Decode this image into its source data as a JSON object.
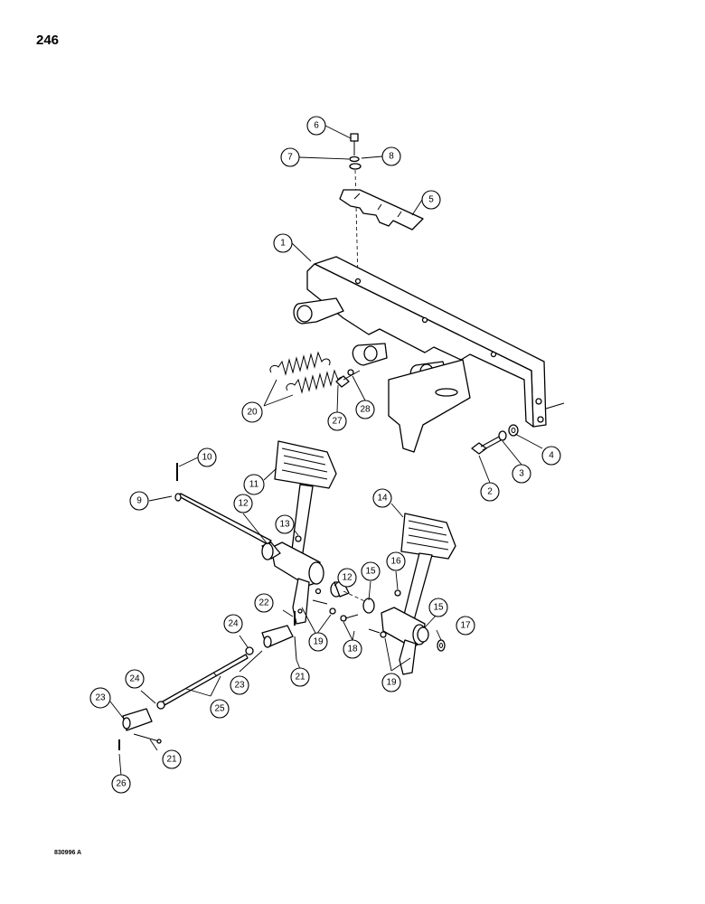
{
  "page": {
    "page_number": "246",
    "drawing_code": "830996 A"
  },
  "callouts": [
    {
      "id": "c6",
      "label": "6"
    },
    {
      "id": "c7",
      "label": "7"
    },
    {
      "id": "c8",
      "label": "8"
    },
    {
      "id": "c5",
      "label": "5"
    },
    {
      "id": "c1",
      "label": "1"
    },
    {
      "id": "c20",
      "label": "20"
    },
    {
      "id": "c27",
      "label": "27"
    },
    {
      "id": "c28",
      "label": "28"
    },
    {
      "id": "c2",
      "label": "2"
    },
    {
      "id": "c3",
      "label": "3"
    },
    {
      "id": "c4",
      "label": "4"
    },
    {
      "id": "c10",
      "label": "10"
    },
    {
      "id": "c11",
      "label": "11"
    },
    {
      "id": "c9",
      "label": "9"
    },
    {
      "id": "c12a",
      "label": "12"
    },
    {
      "id": "c13",
      "label": "13"
    },
    {
      "id": "c14",
      "label": "14"
    },
    {
      "id": "c12b",
      "label": "12"
    },
    {
      "id": "c16",
      "label": "16"
    },
    {
      "id": "c15a",
      "label": "15"
    },
    {
      "id": "c15b",
      "label": "15"
    },
    {
      "id": "c17",
      "label": "17"
    },
    {
      "id": "c22",
      "label": "22"
    },
    {
      "id": "c24a",
      "label": "24"
    },
    {
      "id": "c19a",
      "label": "19"
    },
    {
      "id": "c18",
      "label": "18"
    },
    {
      "id": "c19b",
      "label": "19"
    },
    {
      "id": "c23a",
      "label": "23"
    },
    {
      "id": "c21a",
      "label": "21"
    },
    {
      "id": "c24b",
      "label": "24"
    },
    {
      "id": "c25",
      "label": "25"
    },
    {
      "id": "c23b",
      "label": "23"
    },
    {
      "id": "c21b",
      "label": "21"
    },
    {
      "id": "c26",
      "label": "26"
    }
  ]
}
